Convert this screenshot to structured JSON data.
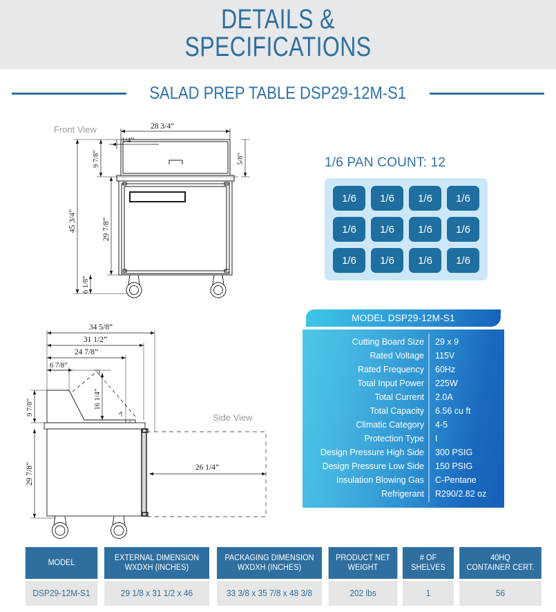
{
  "header": {
    "title": "DETAILS &\nSPECIFICATIONS",
    "subtitle": "SALAD PREP TABLE DSP29-12M-S1"
  },
  "drawing": {
    "front_view_label": "Front View",
    "side_view_label": "Side View",
    "front_dims": {
      "width_overall": "28  3/4”",
      "left_offset": "1/4”",
      "top_section_height": "9 7/8”",
      "right_small": "5/8”",
      "total_height": "45  3/4”",
      "body_height": "29 7/8”",
      "leg_height": "6 1/8”"
    },
    "side_dims": {
      "depth_overall": "34  5/8”",
      "depth_second": "31  1/2”",
      "depth_third": "24  7/8”",
      "depth_fourth": "6  7/8”",
      "lid_open_height": "16  1/4”",
      "top_section_height": "9 7/8”",
      "body_height": "29  7/8”",
      "door_swing": "26  1/4”"
    }
  },
  "pan": {
    "title": "1/6 PAN COUNT: 12",
    "cells": [
      "1/6",
      "1/6",
      "1/6",
      "1/6",
      "1/6",
      "1/6",
      "1/6",
      "1/6",
      "1/6",
      "1/6",
      "1/6",
      "1/6"
    ]
  },
  "spec": {
    "model_header": "MODEL DSP29-12M-S1",
    "rows": [
      {
        "key": "Cutting Board Size",
        "value": "29 x 9"
      },
      {
        "key": "Rated  Voltage",
        "value": "115V"
      },
      {
        "key": "Rated  Frequency",
        "value": "60Hz"
      },
      {
        "key": "Total Input Power",
        "value": "225W"
      },
      {
        "key": "Total Current",
        "value": "2.0A"
      },
      {
        "key": "Total Capacity",
        "value": "6.56 cu ft"
      },
      {
        "key": "Climatic Category",
        "value": "4-5"
      },
      {
        "key": "Protection Type",
        "value": "I"
      },
      {
        "key": "Design Pressure High Side",
        "value": "300 PSIG"
      },
      {
        "key": "Design Pressure Low Side",
        "value": "150 PSIG"
      },
      {
        "key": "Insulation Blowing Gas",
        "value": "C-Pentane"
      },
      {
        "key": "Refrigerant",
        "value": "R290/2.82 oz"
      }
    ]
  },
  "bottom_table": {
    "headers": [
      "MODEL",
      "EXTERNAL DIMENSION\nWXDXH (INCHES)",
      "PACKAGING DIMENSION\nWXDXH (INCHES)",
      "PRODUCT NET\nWEIGHT",
      "# OF\nSHELVES",
      "40HQ\nCONTAINER CERT."
    ],
    "row": [
      "DSP29-12M-S1",
      "29 1/8 x 31 1/2 x 46",
      "33 3/8 x 35 7/8 x 48 3/8",
      "202 lbs",
      "1",
      "56"
    ]
  },
  "colors": {
    "accent_blue": "#2f6f9f",
    "title_blue": "#2f72a8",
    "header_band": "#e7e8ea",
    "pan_tile": "#1e6ea0",
    "pan_bg": "#cce8f8",
    "spec_gradient_start": "#4dc8e8",
    "spec_gradient_end": "#1560b8",
    "table_row_bg": "#e6e6e6"
  }
}
